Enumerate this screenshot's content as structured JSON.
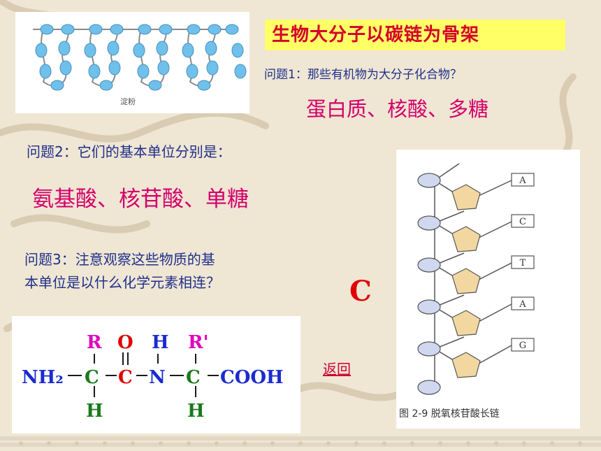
{
  "title": "生物大分子以碳链为骨架",
  "question1": "问题1：那些有机物为大分子化合物？",
  "answer1": "蛋白质、核酸、多糖",
  "question2": "问题2：它们的基本单位分别是：",
  "answer2": "氨基酸、核苷酸、单糖",
  "question3_line1": "问题3：注意观察这些物质的基",
  "question3_line2": "本单位是以什么化学元素相连？",
  "answer3": "C",
  "back_link": "返回",
  "starch_figure": {
    "caption": "淀粉"
  },
  "dna_figure": {
    "caption": "图 2-9  脱氧核苷酸长链",
    "bases": [
      "A",
      "C",
      "T",
      "A",
      "G"
    ]
  },
  "peptide_formula": {
    "top_r": "R",
    "top_o": "O",
    "top_h": "H",
    "top_r2": "R'",
    "nh2": "NH₂",
    "c1": "C",
    "c2": "C",
    "n": "N",
    "c3": "C",
    "cooh": "COOH",
    "bottom_h1": "H",
    "bottom_h2": "H"
  },
  "colors": {
    "title_bg": "#ffff66",
    "title_text": "#d4002a",
    "question_text": "#1f2f8a",
    "answer_text": "#d4006a",
    "formula_blue": "#1a2bd0",
    "formula_magenta": "#e000c0",
    "formula_red": "#e00000",
    "formula_green": "#1a7a1a"
  }
}
